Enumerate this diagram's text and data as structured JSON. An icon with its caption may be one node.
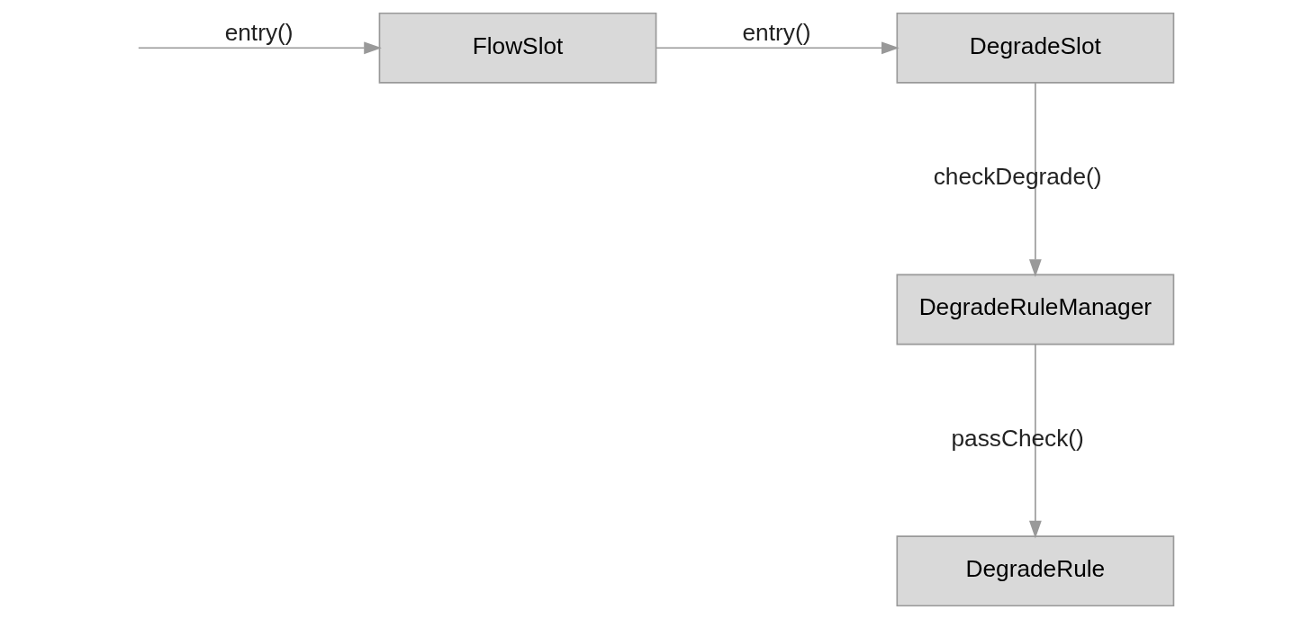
{
  "diagram": {
    "nodes": [
      {
        "text": [
          "FlowSlot"
        ]
      },
      {
        "text": [
          "DegradeSlot"
        ]
      },
      {
        "text": [
          "DegradeRuleManager"
        ]
      },
      {
        "text": [
          "DegradeRule"
        ]
      }
    ],
    "edges": [
      {
        "from": null,
        "to": 0,
        "arrow": "to",
        "label": "entry()"
      },
      {
        "from": 0,
        "to": 1,
        "arrow": "to",
        "label": "entry()"
      },
      {
        "from": 1,
        "to": 2,
        "arrow": "to",
        "label": "checkDegrade()"
      },
      {
        "from": 2,
        "to": 3,
        "arrow": "to",
        "label": "passCheck()"
      }
    ]
  }
}
